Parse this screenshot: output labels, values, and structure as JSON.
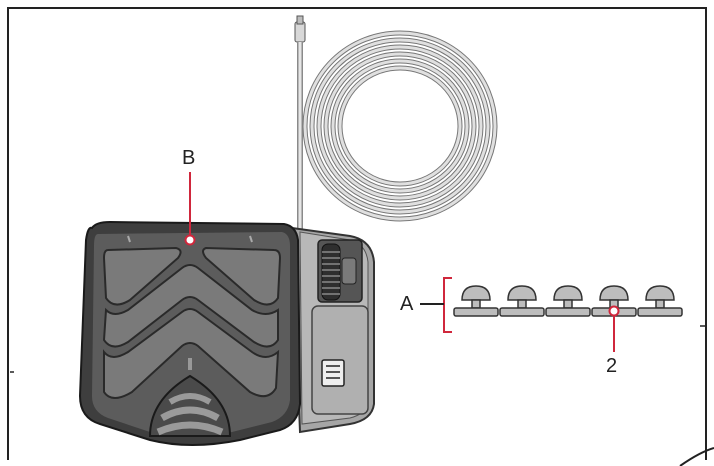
{
  "labels": {
    "b": "B",
    "a": "A",
    "two": "2"
  },
  "counts": {
    "feet": 5
  },
  "colors": {
    "callout": "#d0273c",
    "pedal_dark": "#4a4a4a",
    "pedal_mid": "#6e6e6e",
    "pedal_light": "#8c8c8c",
    "body_side": "#9a9a9a",
    "cable": "#c9c9c9",
    "outline": "#222222"
  }
}
